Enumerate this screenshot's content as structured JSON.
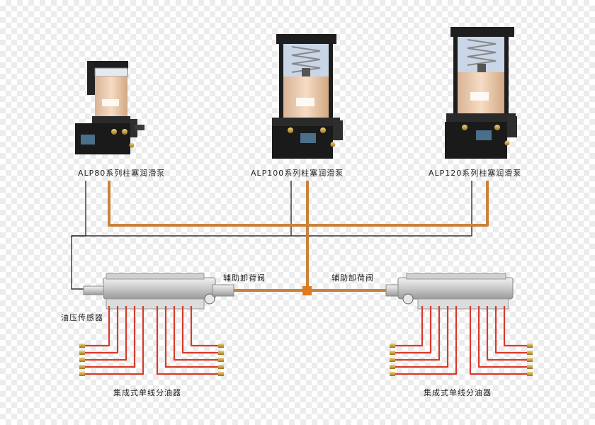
{
  "pumps": [
    {
      "label": "ALP80系列柱塞润滑泵"
    },
    {
      "label": "ALP100系列柱塞润滑泵"
    },
    {
      "label": "ALP120系列柱塞润滑泵"
    }
  ],
  "valves": {
    "left": "辅助卸荷阀",
    "right": "辅助卸荷阀"
  },
  "sensor": "油压传感器",
  "distributors": {
    "left": "集成式单线分油器",
    "right": "集成式单线分油器"
  },
  "colors": {
    "oil_pipe": "#c8823a",
    "signal_line": "#333333",
    "outlet_pipe": "#d93a2a",
    "reservoir": "#f0d2b4"
  }
}
